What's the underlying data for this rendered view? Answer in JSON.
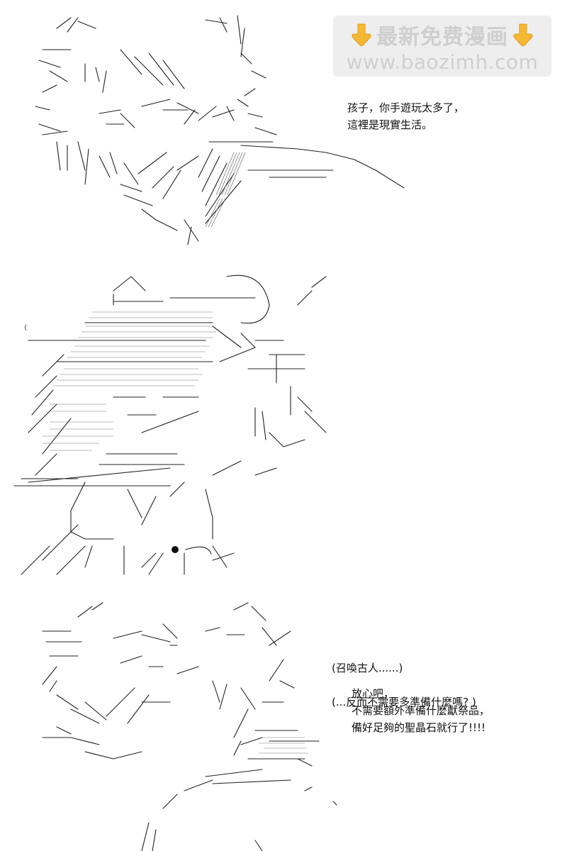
{
  "watermark": {
    "title": "最新免费漫画",
    "url": "www.baozimh.com",
    "left_icon": "pointing-down-hand-icon",
    "right_icon": "pointing-down-hand-icon",
    "color": "#cfcfcf",
    "hand_color": "#f5b833"
  },
  "panels": [
    {
      "lines": [
        "孩子，你手遊玩太多了，",
        "這裡是現實生活。"
      ]
    },
    {
      "lines": [
        "放心吧，",
        "不需要額外準備什麼獻祭品，",
        "備好足夠的聖晶石就行了!!!!"
      ]
    },
    {
      "line1": "(召喚古人......)",
      "line2": "(...反而不需要多準備什麼嗎? )"
    }
  ]
}
